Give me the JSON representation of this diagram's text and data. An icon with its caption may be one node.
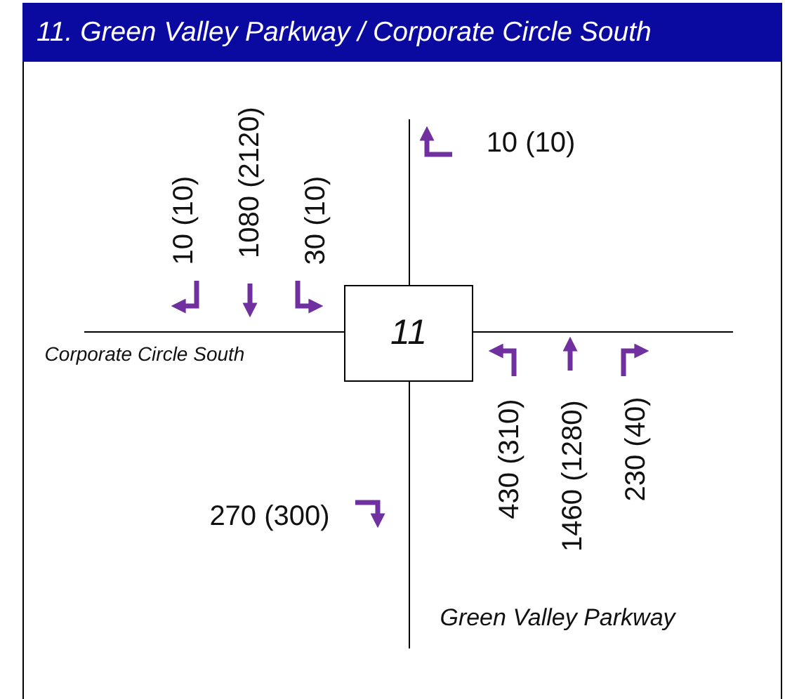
{
  "diagram": {
    "title": "11. Green Valley Parkway / Corporate Circle South",
    "nodes": [
      {
        "text": [
          "11"
        ]
      }
    ],
    "labels": [
      "10 (10)",
      "1080 (2120)",
      "30 (10)",
      "10 (10)",
      "Corporate Circle South",
      "430 (310)",
      "1460 (1280)",
      "230 (40)",
      "270 (300)",
      "Green Valley Parkway"
    ]
  }
}
